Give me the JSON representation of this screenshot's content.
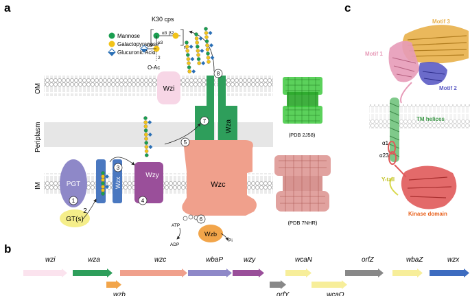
{
  "panels": {
    "a": "a",
    "b": "b",
    "c": "c"
  },
  "glycan": {
    "title": "K30 cps",
    "legend": [
      {
        "label": "Mannose",
        "color": "#1a9e50",
        "shape": "circle"
      },
      {
        "label": "Galactopyranose",
        "color": "#f2c318",
        "shape": "circle"
      },
      {
        "label": "Glucuronic Acid",
        "color": "#2a6fb5",
        "shape": "diamond-half-white"
      }
    ],
    "linkages": {
      "a3_top": "α3",
      "b2": "β2",
      "a3_mid": "α3",
      "b3": "β3",
      "two": "2",
      "n": "n"
    },
    "oac": "O-Ac"
  },
  "membrane_labels": {
    "om": "OM",
    "periplasm": "Periplasm",
    "im": "IM"
  },
  "proteins": {
    "wzi": "Wzi",
    "wza": "Wza",
    "wzc": "Wzc",
    "wzy": "Wzy",
    "wzx": "Wzx",
    "pgt": "PGT",
    "gt": "GT(s)",
    "wzb": "Wzb",
    "atp": "ATP",
    "adp": "ADP",
    "pi": "Pi"
  },
  "steps": [
    "1",
    "2",
    "3",
    "4",
    "5",
    "6",
    "7",
    "8"
  ],
  "pdb": {
    "wza": "(PDB 2J58)",
    "wzc": "(PDB 7NHR)"
  },
  "colors": {
    "wza": "#2e9e5b",
    "wzc": "#f0a08c",
    "wzy": "#9a4f9a",
    "wzx": "#4a78c0",
    "pgt": "#8e88c8",
    "gt": "#f5ee8a",
    "wzb": "#f2a54a",
    "wzi": "#f7d6e6",
    "periplasm": "#e6e6e6"
  },
  "structure_c": {
    "motif3": "Motif 3",
    "motif1": "Motif 1",
    "motif2": "Motif 2",
    "tm": "TM helices",
    "a1": "α1",
    "a23": "α23",
    "ytail": "Y-tail",
    "kinase": "Kinase domain",
    "colors": {
      "motif3": "#e8b04a",
      "motif1": "#e79bb8",
      "motif2": "#5b5bc4",
      "tm": "#7fc98a",
      "ytail": "#d8d84a",
      "kinase": "#e05a5a"
    }
  },
  "genes": [
    {
      "name": "wzi",
      "color": "#fbe3ee"
    },
    {
      "name": "wza",
      "color": "#2e9e5b"
    },
    {
      "name": "wzb",
      "color": "#f2a54a"
    },
    {
      "name": "wzc",
      "color": "#f0a08c"
    },
    {
      "name": "wbaP",
      "color": "#8e88c8"
    },
    {
      "name": "wzy",
      "color": "#9a4f9a"
    },
    {
      "name": "wcaN",
      "color": "#f7ee9a"
    },
    {
      "name": "orfY",
      "color": "#888888"
    },
    {
      "name": "wcaO",
      "color": "#f7ee9a"
    },
    {
      "name": "orfZ",
      "color": "#888888"
    },
    {
      "name": "wbaZ",
      "color": "#f7ee9a"
    },
    {
      "name": "wzx",
      "color": "#3d6cc0"
    }
  ]
}
